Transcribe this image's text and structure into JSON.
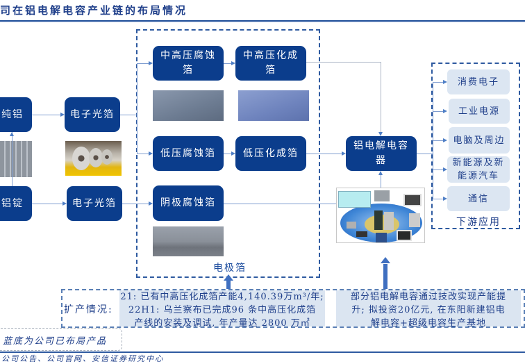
{
  "header": {
    "title": "司在铝电解电容产业链的布局情况"
  },
  "upstream": {
    "pure_aluminum": "纯铝",
    "aluminum_ingot": "铝锭",
    "electronic_foil_top": "电子光箔",
    "electronic_foil_bottom": "电子光箔"
  },
  "electrode_foil": {
    "group_label": "电极箔",
    "mid_high_corrosion": "中高压腐蚀箔",
    "mid_high_formation": "中高压化成箔",
    "low_corrosion": "低压腐蚀箔",
    "low_formation": "低压化成箔",
    "cathode_corrosion": "阴极腐蚀箔"
  },
  "capacitor": {
    "label": "铝电解电容器"
  },
  "downstream": {
    "group_label": "下游应用",
    "items": [
      {
        "label": "消费电子"
      },
      {
        "label": "工业电源"
      },
      {
        "label": "电脑及周边"
      },
      {
        "label": "新能源及新能源汽车"
      },
      {
        "label": "通信"
      }
    ]
  },
  "expansion": {
    "prefix": "扩产情况:",
    "lines": [
      "21: 已有中高压化成箔产能4,140.39万m³/年;",
      "22H1: 乌兰察布已完成96 条中高压化成箔",
      "产线的安装及调试, 年产量达 2800 万㎡"
    ]
  },
  "capacitor_note": {
    "lines": [
      "部分铝电解电容通过技改实现产能提",
      "升; 拟投资20亿元, 在东阳新建铝电",
      "解电容+超级电容生产基地"
    ]
  },
  "legend": {
    "text": "蓝底为公司已布局产品"
  },
  "source": {
    "text": "公司公告、公司官网、安信证券研究中心"
  },
  "colors": {
    "primary_box": "#0b3d8c",
    "light_box": "#dce6f2",
    "dashed_border": "#2e5aa0",
    "note_bg": "#dbe5f1"
  }
}
